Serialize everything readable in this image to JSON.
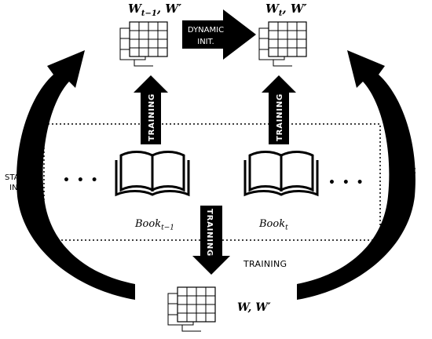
{
  "top_left_matrix_label": "W",
  "top_left_matrix_sub": "t−1",
  "top_left_matrix_suffix": ", W′",
  "top_right_matrix_label": "W",
  "top_right_matrix_sub": "t",
  "top_right_matrix_suffix": ", W′",
  "dynamic_arrow": {
    "line1": "DYNAMIC",
    "line2": "INIT."
  },
  "training_vertical_label": "TRAINING",
  "bottom_training_label": "TRAINING",
  "static_left": "STATIC\nINIT.",
  "static_right": "STATIC\nINIT.",
  "book_left": {
    "name": "Book",
    "sub": "t−1"
  },
  "book_right": {
    "name": "Book",
    "sub": "t"
  },
  "ellipsis_left": "• • •",
  "ellipsis_right": "• • •",
  "bottom_matrix_label": "W, W′"
}
